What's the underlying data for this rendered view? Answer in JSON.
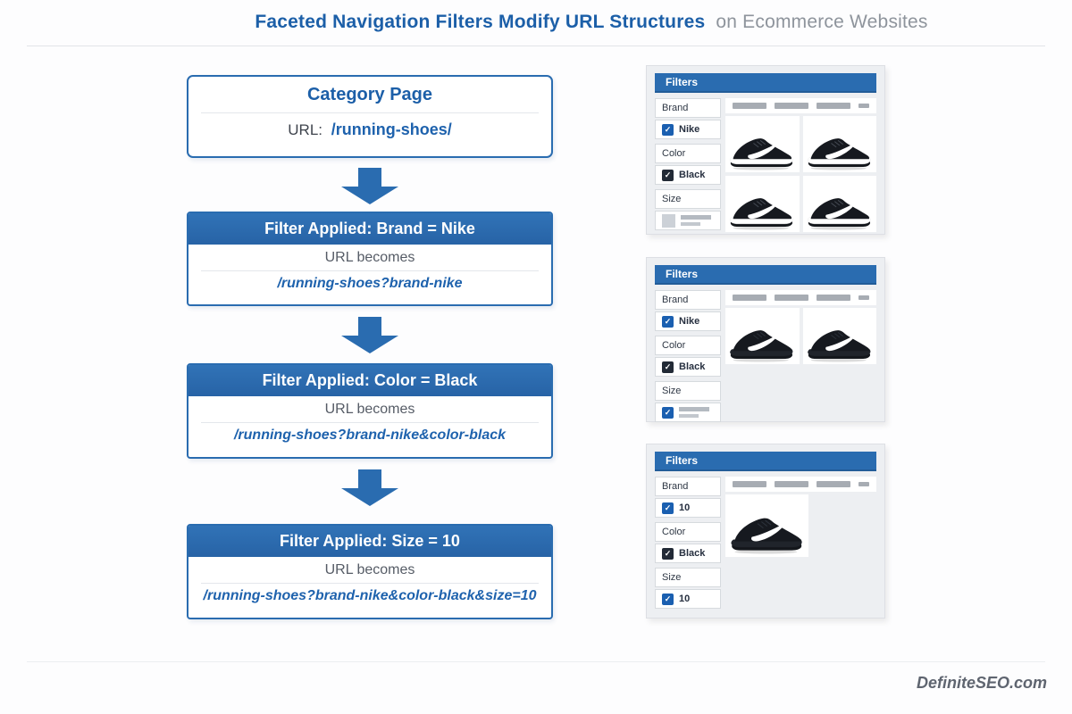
{
  "header": {
    "title_highlight": "Faceted Navigation Filters Modify URL Structures",
    "title_rest": "on Ecommerce Websites"
  },
  "flow": {
    "category": {
      "title": "Category Page",
      "url_prefix": "URL:",
      "url": "/running-shoes/"
    },
    "steps": [
      {
        "header": "Filter Applied: Brand = Nike",
        "label": "URL becomes",
        "url": "/running-shoes?brand-nike"
      },
      {
        "header": "Filter Applied: Color = Black",
        "label": "URL becomes",
        "url": "/running-shoes?brand-nike&color-black"
      },
      {
        "header": "Filter Applied: Size = 10",
        "label": "URL becomes",
        "url": "/running-shoes?brand-nike&color-black&size=10"
      }
    ]
  },
  "panels": [
    {
      "header": "Filters",
      "brand_label": "Brand",
      "brand_option": "Nike",
      "color_label": "Color",
      "color_option": "Black",
      "size_label": "Size",
      "product_count": 4
    },
    {
      "header": "Filters",
      "brand_label": "Brand",
      "brand_option": "Nike",
      "color_label": "Color",
      "color_option": "Black",
      "size_label": "Size",
      "product_count": 2
    },
    {
      "header": "Filters",
      "brand_label": "Brand",
      "brand_option": "10",
      "color_label": "Color",
      "color_option": "Black",
      "size_label": "Size",
      "size_option": "10",
      "product_count": 1
    }
  ],
  "watermark": "DefiniteSEO.com",
  "colors": {
    "accent_blue": "#2a6cb0",
    "title_blue": "#1c5fa8",
    "url_blue": "#1e62ad",
    "checkbox_blue": "#1a5fb0",
    "checkbox_dark": "#222a36",
    "muted_gray": "#8e949c"
  }
}
